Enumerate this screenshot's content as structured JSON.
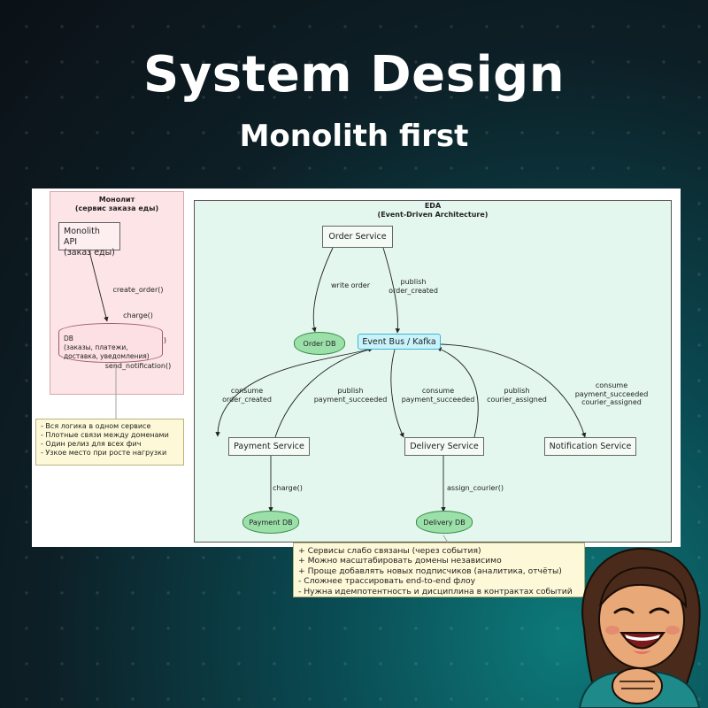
{
  "hero": {
    "title": "System Design",
    "subtitle": "Monolith first"
  },
  "monolith": {
    "title_line1": "Монолит",
    "title_line2": "(сервис заказа еды)",
    "api_line1": "Monolith API",
    "api_line2": "(заказ еды)",
    "calls": [
      "create_order()",
      "charge()",
      "assign_courier()",
      "send_notification()"
    ],
    "db_line1": "DB",
    "db_line2": "(заказы, платежи,",
    "db_line3": "доставка, уведомления)",
    "notes": [
      "- Вся логика в одном сервисе",
      "- Плотные связи между доменами",
      "- Один релиз для всех фич",
      "- Узкое место при росте нагрузки"
    ]
  },
  "eda": {
    "title_line1": "EDA",
    "title_line2": "(Event-Driven Architecture)",
    "order_service": "Order Service",
    "event_bus": "Event Bus / Kafka",
    "payment_service": "Payment Service",
    "delivery_service": "Delivery Service",
    "notification_service": "Notification Service",
    "order_db": "Order DB",
    "payment_db": "Payment DB",
    "delivery_db": "Delivery DB",
    "labels": {
      "write_order": "write order",
      "publish_order_created": "publish\norder_created",
      "consume_order_created": "consume\norder_created",
      "publish_payment_succeeded": "publish\npayment_succeeded",
      "consume_payment_succeeded": "consume\npayment_succeeded",
      "publish_courier_assigned": "publish\ncourier_assigned",
      "consume_notification": "consume\npayment_succeeded\ncourier_assigned",
      "charge": "charge()",
      "assign_courier": "assign_courier()"
    },
    "notes": [
      "+ Сервисы слабо связаны (через события)",
      "+ Можно масштабировать домены независимо",
      "+ Проще добавлять новых подписчиков (аналитика, отчёты)",
      "- Сложнее трассировать end-to-end флоу",
      "- Нужна идемпотентность и дисциплина в контрактах событий"
    ]
  }
}
